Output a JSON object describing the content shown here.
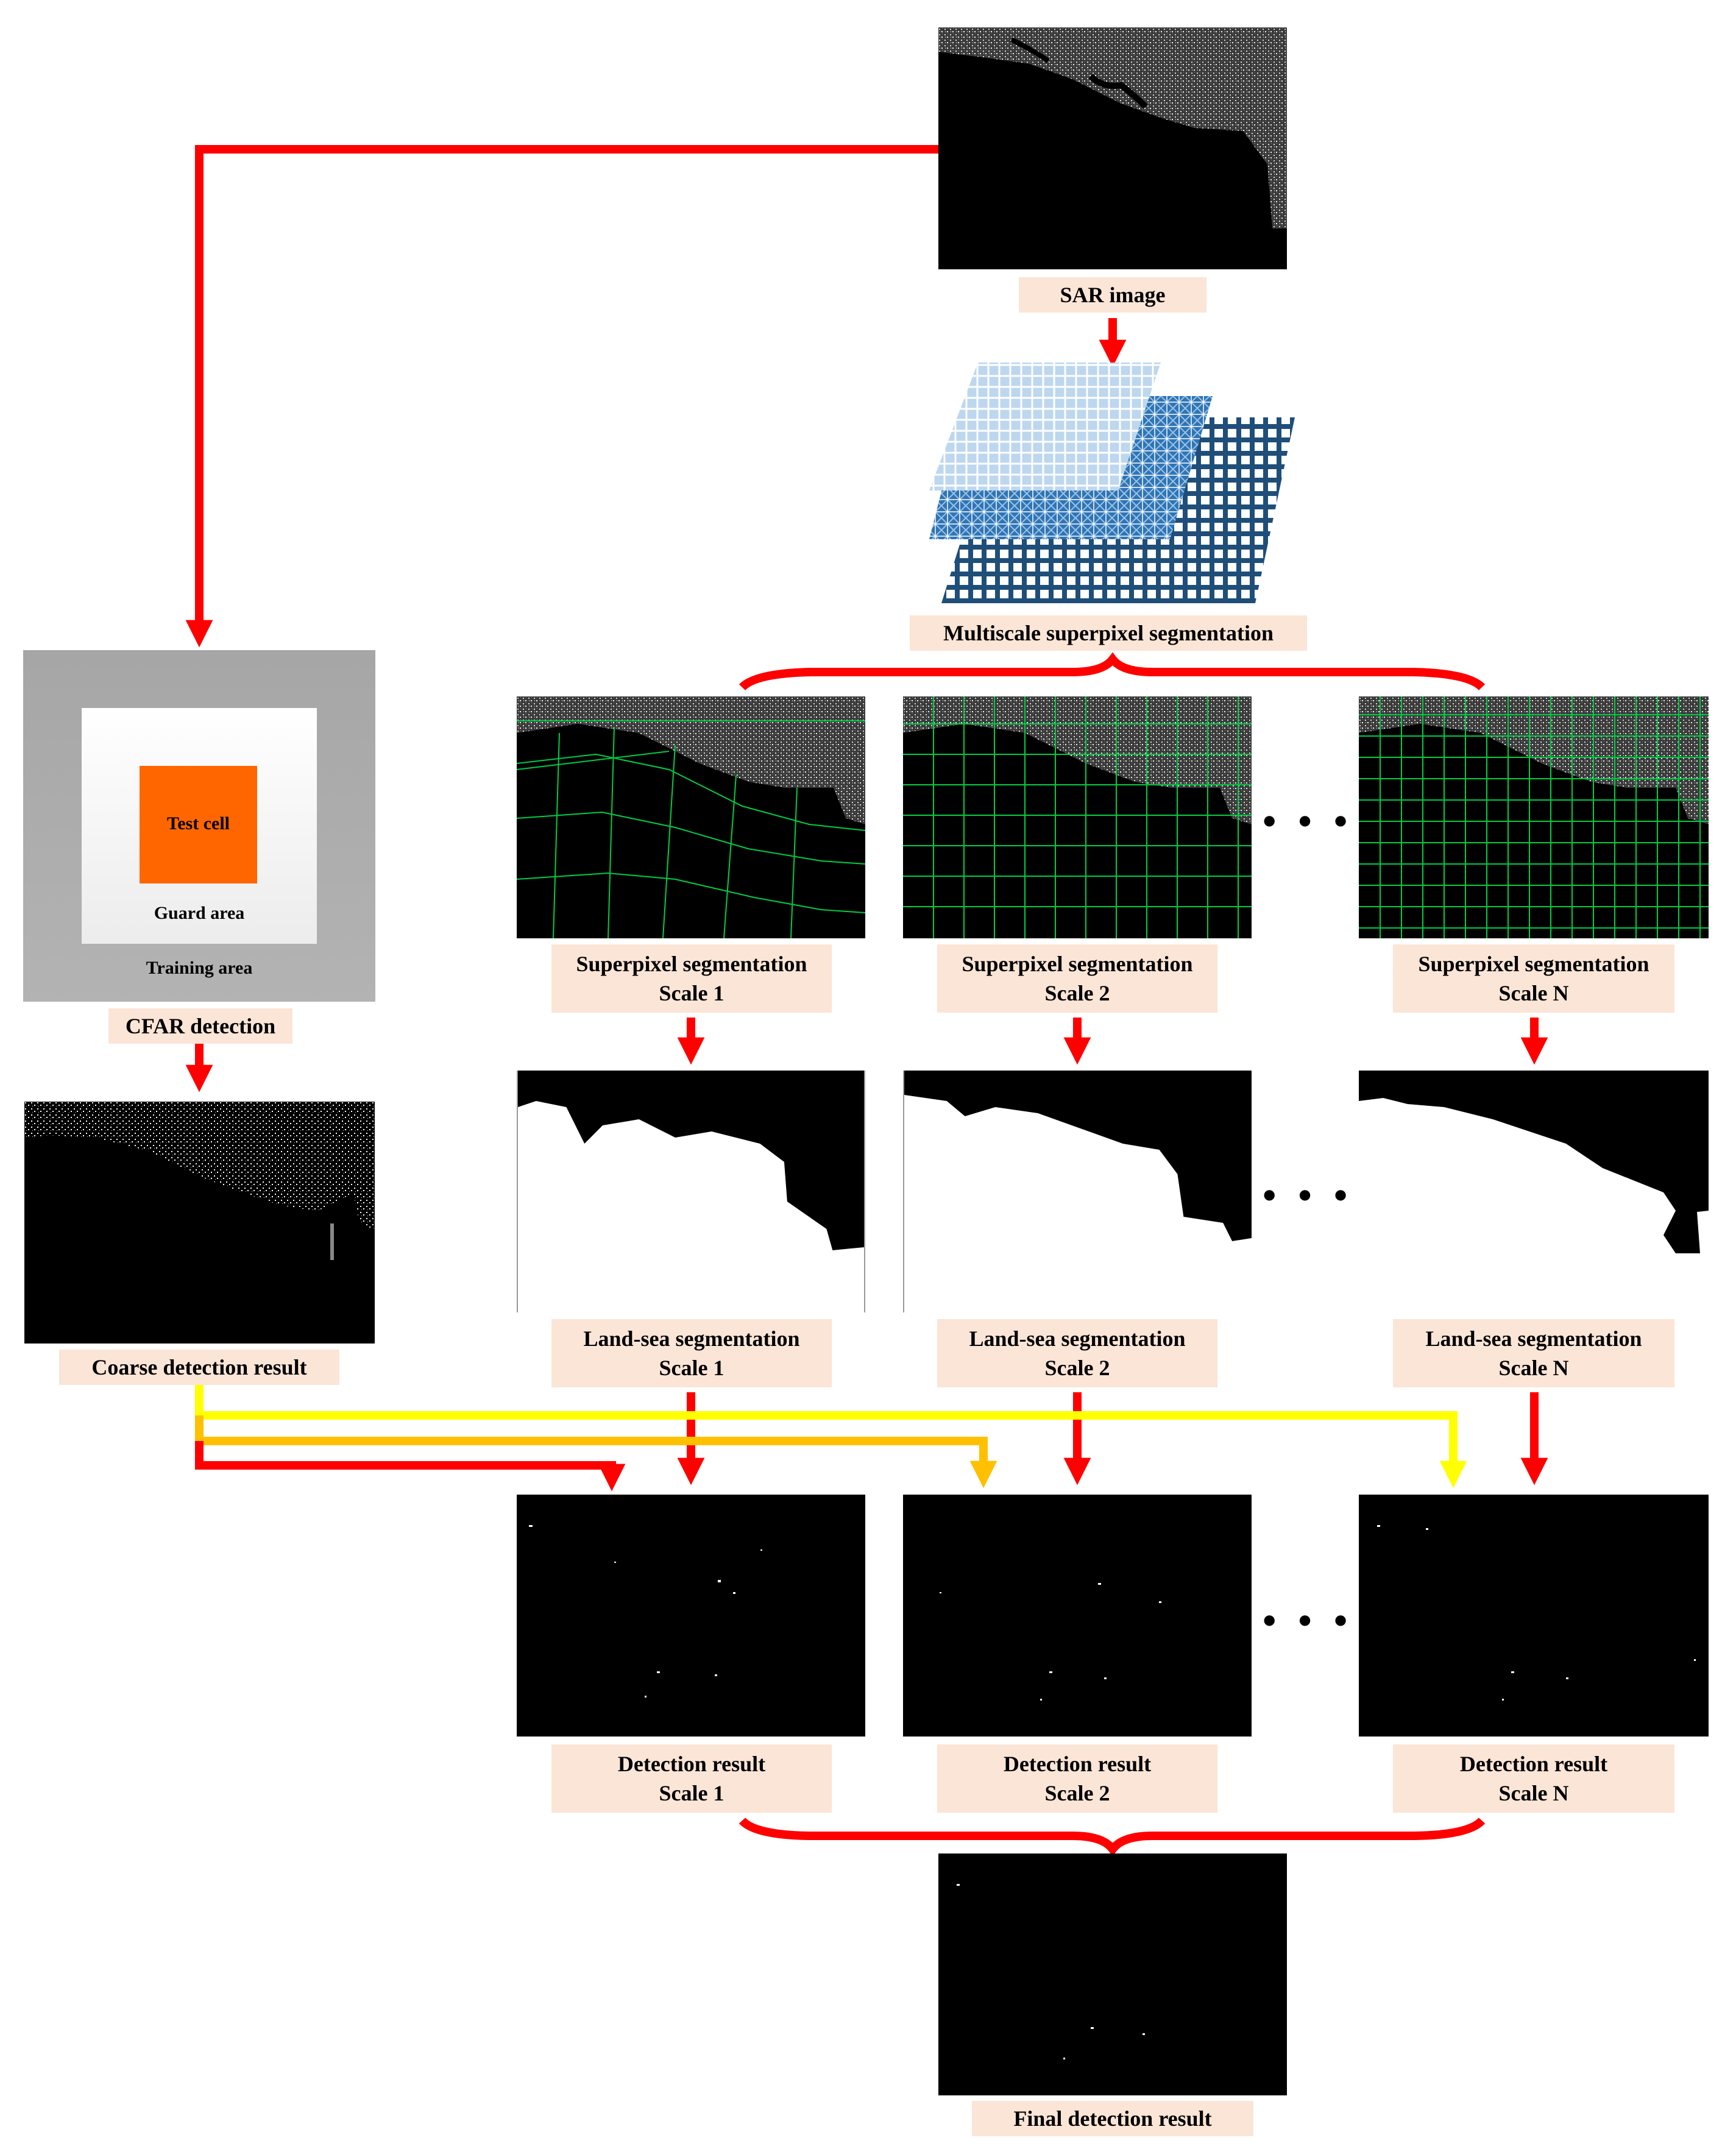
{
  "nodes": {
    "sar_image": "SAR image",
    "multiscale": "Multiscale superpixel segmentation",
    "cfar": {
      "label": "CFAR detection",
      "test_cell": "Test cell",
      "guard_area": "Guard area",
      "training_area": "Training area"
    },
    "coarse": "Coarse detection result",
    "superpixel": [
      {
        "line1": "Superpixel segmentation",
        "line2": "Scale 1"
      },
      {
        "line1": "Superpixel segmentation",
        "line2": "Scale 2"
      },
      {
        "line1": "Superpixel segmentation",
        "line2": "Scale N"
      }
    ],
    "landsea": [
      {
        "line1": "Land-sea segmentation",
        "line2": "Scale 1"
      },
      {
        "line1": "Land-sea segmentation",
        "line2": "Scale 2"
      },
      {
        "line1": "Land-sea segmentation",
        "line2": "Scale N"
      }
    ],
    "detection": [
      {
        "line1": "Detection result",
        "line2": "Scale 1"
      },
      {
        "line1": "Detection result",
        "line2": "Scale 2"
      },
      {
        "line1": "Detection result",
        "line2": "Scale N"
      }
    ],
    "final": "Final detection result"
  },
  "ellipsis": "• • •",
  "colors": {
    "main_arrow": "#ff0000",
    "coarse_to_scale2": "#ffc000",
    "coarse_to_scaleN": "#ffff00",
    "label_fill": "#fbe5d6",
    "test_cell": "#ff6600",
    "superpixel_grid": "#00cc44"
  }
}
